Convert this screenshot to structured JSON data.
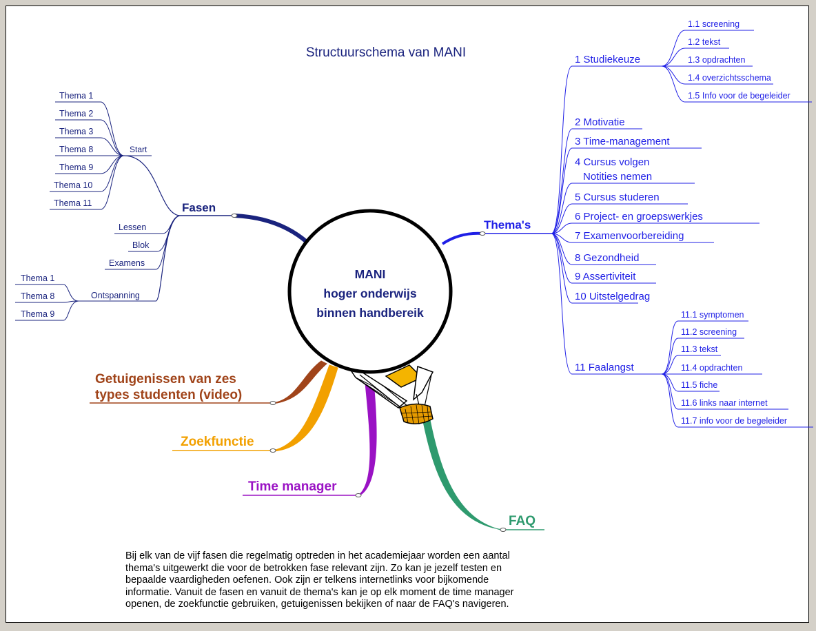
{
  "title": "Structuurschema van MANI",
  "center": {
    "lines": [
      "MANI",
      "hoger onderwijs",
      "binnen handbereik"
    ]
  },
  "colors": {
    "blue_dark": "#1a237e",
    "blue": "#1f1fe6",
    "brown": "#a0441a",
    "orange": "#f2a000",
    "purple": "#9a12c4",
    "green": "#2e9a6e"
  },
  "branches": {
    "fasen": {
      "label": "Fasen",
      "start": {
        "label": "Start",
        "items": [
          "Thema 1",
          "Thema 2",
          "Thema 3",
          "Thema 8",
          "Thema 9",
          "Thema 10",
          "Thema 11"
        ]
      },
      "middle": [
        "Lessen",
        "Blok",
        "Examens"
      ],
      "ontspanning": {
        "label": "Ontspanning",
        "items": [
          "Thema 1",
          "Thema 8",
          "Thema 9"
        ]
      }
    },
    "themas": {
      "label": "Thema's",
      "studiekeuze": {
        "label": "1 Studiekeuze",
        "items": [
          "1.1 screening",
          "1.2 tekst",
          "1.3 opdrachten",
          "1.4 overzichtsschema",
          "1.5 Info voor de begeleider"
        ]
      },
      "items": [
        "2 Motivatie",
        "3 Time-management",
        "4 Cursus volgen",
        "Notities nemen",
        "5 Cursus studeren",
        "6 Project- en groepswerkjes",
        "7 Examenvoorbereiding",
        "8 Gezondheid",
        "9 Assertiviteit",
        "10 Uitstelgedrag"
      ],
      "faalangst": {
        "label": "11 Faalangst",
        "items": [
          "11.1 symptomen",
          "11.2 screening",
          "11.3 tekst",
          "11.4 opdrachten",
          "11.5 fiche",
          "11.6 links naar internet",
          "11.7 info voor de begeleider"
        ]
      }
    },
    "getuigenissen": {
      "line1": "Getuigenissen van zes",
      "line2": "types studenten (video)"
    },
    "zoekfunctie": {
      "label": "Zoekfunctie"
    },
    "timemanager": {
      "label": "Time manager"
    },
    "faq": {
      "label": "FAQ"
    }
  },
  "caption": [
    "Bij elk van de vijf fasen die regelmatig optreden in het academiejaar worden een aantal",
    "thema's uitgewerkt die voor de betrokken fase relevant zijn. Zo kan je jezelf testen en",
    "bepaalde vaardigheden oefenen. Ook zijn er telkens internetlinks voor bijkomende",
    "informatie. Vanuit de fasen en vanuit de thema's kan je op elk moment de time manager",
    "openen, de zoekfunctie gebruiken, getuigenissen bekijken of naar de FAQ's navigeren."
  ]
}
